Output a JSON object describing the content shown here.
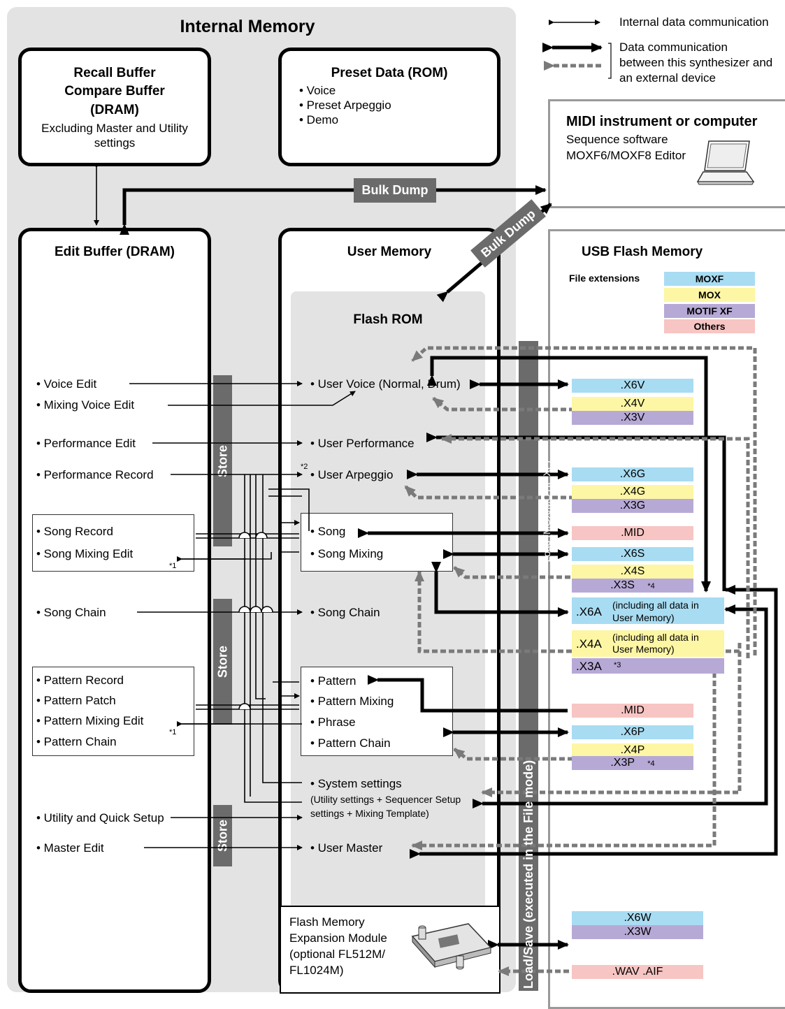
{
  "internal_memory": {
    "title": "Internal Memory"
  },
  "legend": {
    "internal": "Internal data communication",
    "external_line1": "Data communication",
    "external_line2": "between this synthesizer and",
    "external_line3": "an external device"
  },
  "recall_buffer": {
    "line1": "Recall Buffer",
    "line2": "Compare Buffer",
    "line3": "(DRAM)",
    "note_line1": "Excluding Master and Utility",
    "note_line2": "settings"
  },
  "preset_data": {
    "title": "Preset Data (ROM)",
    "items": [
      "• Voice",
      "• Preset Arpeggio",
      "• Demo"
    ]
  },
  "midi_box": {
    "title": "MIDI instrument or computer",
    "line1": "Sequence software",
    "line2": "MOXF6/MOXF8 Editor"
  },
  "bulk_dump": {
    "label": "Bulk Dump",
    "label2": "Bulk Dump"
  },
  "edit_buffer": {
    "title": "Edit Buffer (DRAM)",
    "voice_edit": "• Voice Edit",
    "mixing_voice_edit": "• Mixing Voice Edit",
    "performance_edit": "• Performance Edit",
    "performance_record": "• Performance Record",
    "song_record": "• Song Record",
    "song_mixing_edit": "• Song Mixing Edit",
    "song_chain": "• Song Chain",
    "pattern_record": "• Pattern Record",
    "pattern_patch": "• Pattern Patch",
    "pattern_mixing_edit": "• Pattern Mixing Edit",
    "pattern_chain": "• Pattern Chain",
    "utility": "• Utility and Quick Setup",
    "master_edit": "• Master Edit",
    "note1a": "*1",
    "note1b": "*1"
  },
  "store": {
    "label": "Store"
  },
  "user_memory": {
    "title": "User Memory",
    "flash_rom": "Flash ROM",
    "user_voice": "• User Voice (Normal, Drum)",
    "user_performance": "• User Performance",
    "user_arpeggio": "• User Arpeggio",
    "note2": "*2",
    "song": "• Song",
    "song_mixing": "• Song Mixing",
    "song_chain": "• Song Chain",
    "pattern": "• Pattern",
    "pattern_mixing": "• Pattern Mixing",
    "phrase": "• Phrase",
    "pattern_chain": "• Pattern Chain",
    "system_settings": "• System settings",
    "system_note1": "(Utility settings + Sequencer Setup",
    "system_note2": "settings + Mixing Template)",
    "user_master": "• User Master"
  },
  "load_save": {
    "main": "Load/Save (executed in the File mode)",
    "sub": "*Load (MOX/MOTIF XF)"
  },
  "usb": {
    "title": "USB Flash Memory",
    "file_ext_label": "File extensions",
    "badges": [
      "MOXF",
      "MOX",
      "MOTIF XF",
      "Others"
    ],
    "ext": {
      "x6v": ".X6V",
      "x4v": ".X4V",
      "x3v": ".X3V",
      "x6g": ".X6G",
      "x4g": ".X4G",
      "x3g": ".X3G",
      "mid1": ".MID",
      "x6s": ".X6S",
      "x4s": ".X4S",
      "x3s": ".X3S",
      "note4a": "*4",
      "x6a": ".X6A",
      "x6a_note1": "(including all data in",
      "x6a_note2": "User Memory)",
      "x4a": ".X4A",
      "x4a_note1": "(including all data in",
      "x4a_note2": "User Memory)",
      "x3a": ".X3A",
      "note3": "*3",
      "mid2": ".MID",
      "x6p": ".X6P",
      "x4p": ".X4P",
      "x3p": ".X3P",
      "note4b": "*4",
      "x6w": ".X6W",
      "x3w": ".X3W",
      "wav": ".WAV  .AIF"
    }
  },
  "flash_module": {
    "line1": "Flash Memory",
    "line2": "Expansion Module",
    "line3": "(optional FL512M/",
    "line4": "FL1024M)"
  },
  "colors": {
    "moxf": "#a8dcf2",
    "mox": "#fdf6a4",
    "motif_xf": "#b7a9d6",
    "others": "#f7c5c3",
    "panel": "#e3e3e3",
    "store": "#6b6b6b"
  }
}
